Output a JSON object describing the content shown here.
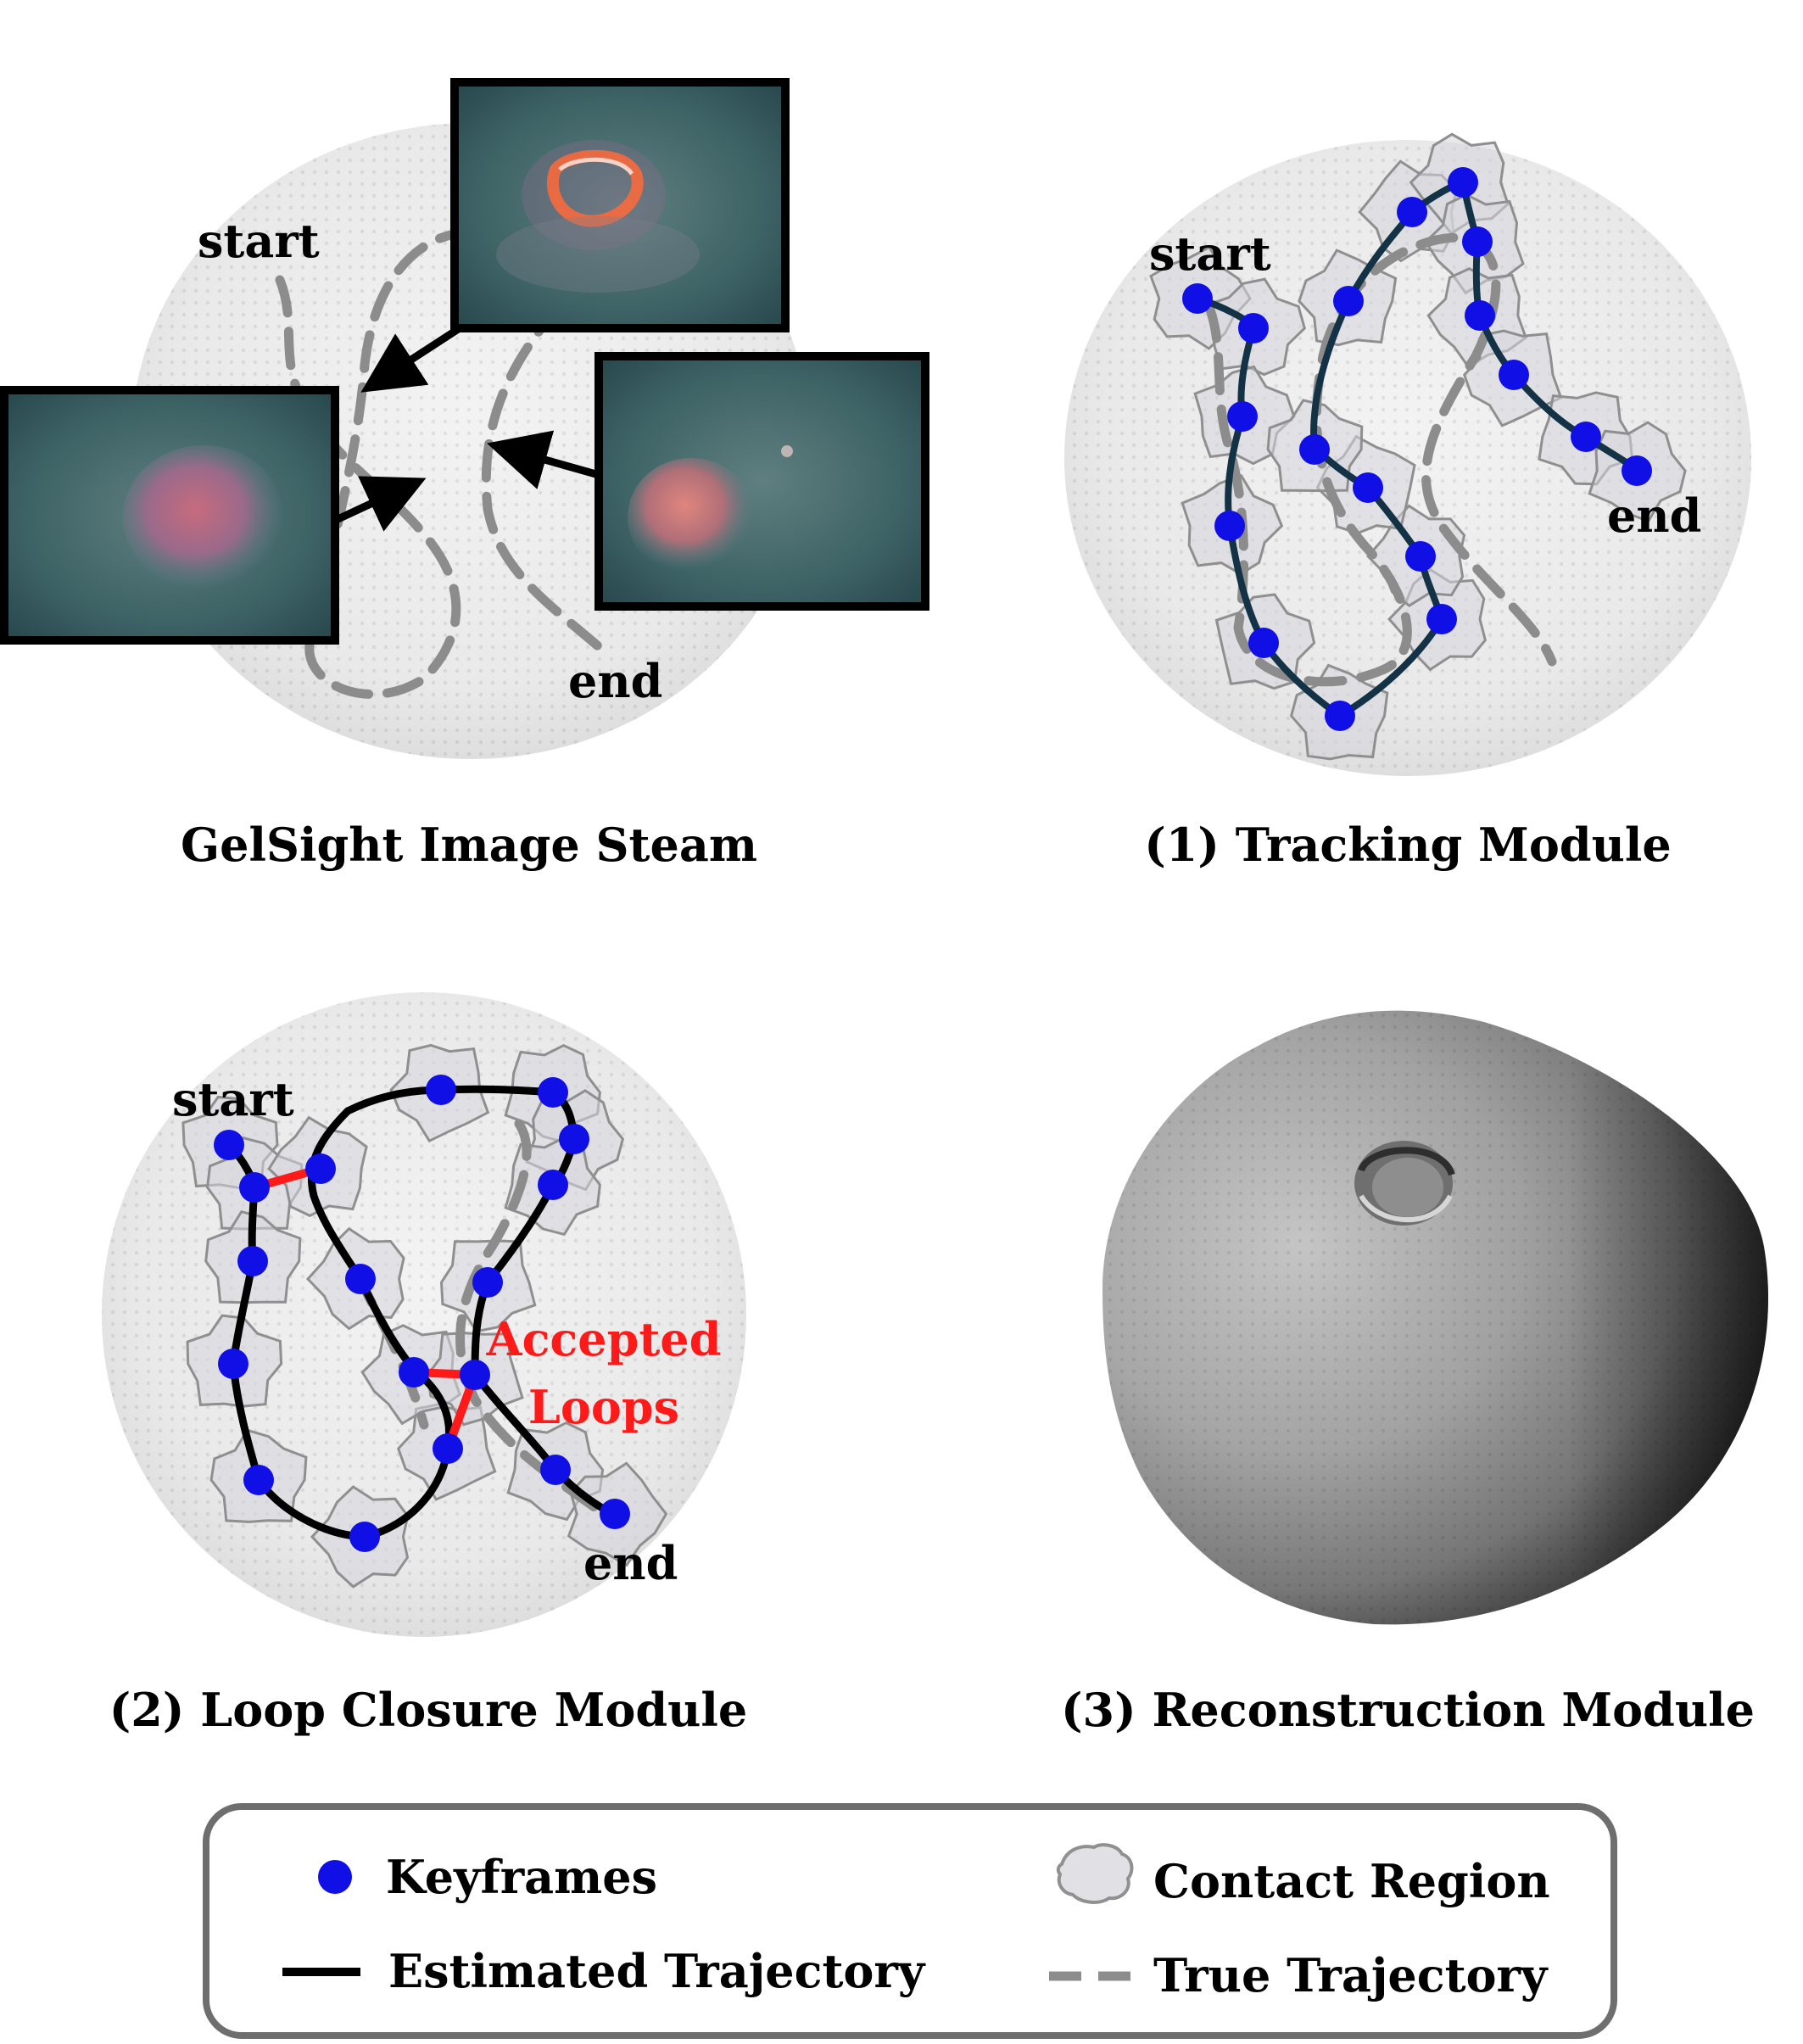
{
  "panels": {
    "stream": {
      "caption": "GelSight Image Steam",
      "start_label": "start",
      "end_label": "end"
    },
    "tracking": {
      "caption": "(1) Tracking Module",
      "start_label": "start",
      "end_label": "end"
    },
    "loop": {
      "caption": "(2) Loop Closure Module",
      "start_label": "start",
      "end_label": "end",
      "accepted_line1": "Accepted",
      "accepted_line2": "Loops"
    },
    "recon": {
      "caption": "(3) Reconstruction Module"
    }
  },
  "legend": {
    "keyframes": "Keyframes",
    "contact_region": "Contact Region",
    "estimated": "Estimated Trajectory",
    "true": "True Trajectory"
  },
  "colors": {
    "keyframe": "#1010e6",
    "estimated": "#000000",
    "true": "#8c8c8c",
    "loop": "#ff1a1a",
    "accepted_text": "#ff1a1a"
  }
}
